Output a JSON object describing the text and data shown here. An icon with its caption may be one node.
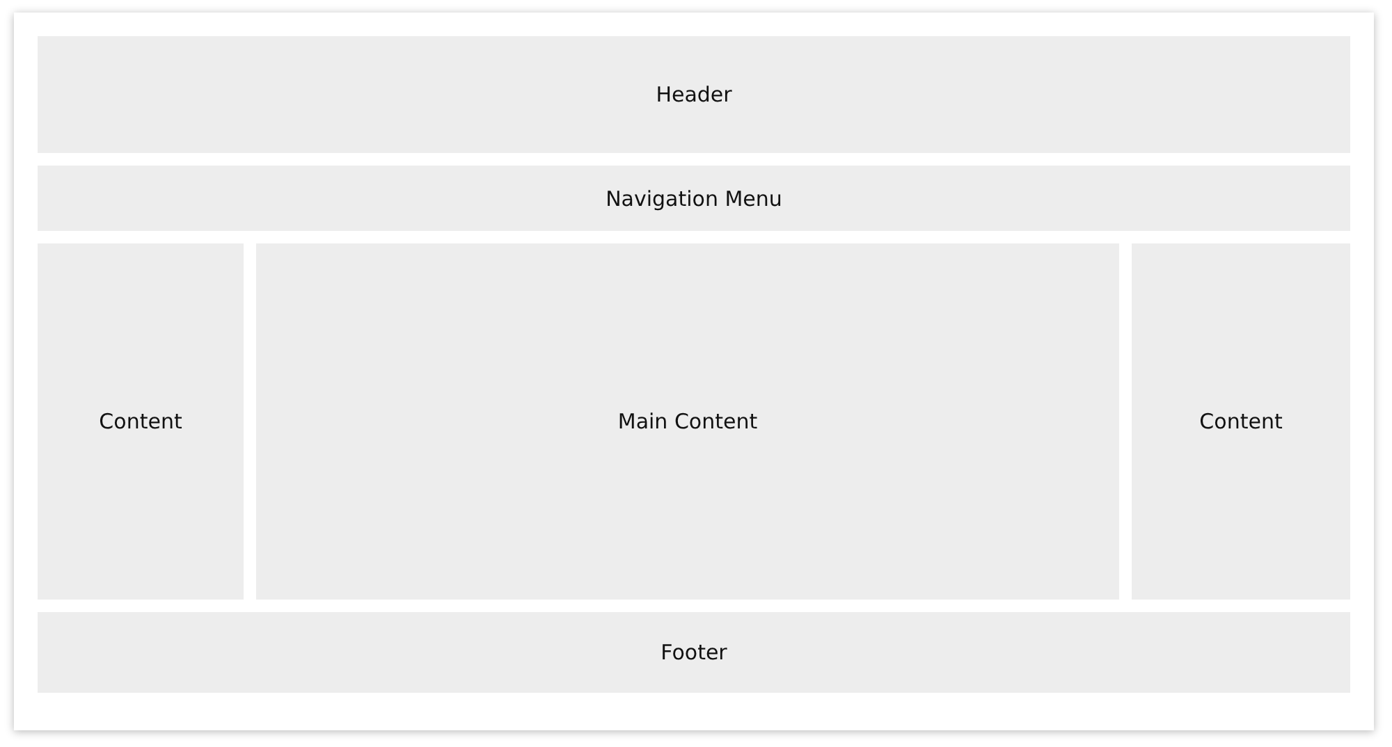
{
  "diagram": {
    "nodes": [
      {
        "text": [
          "Header"
        ]
      },
      {
        "text": [
          "Navigation Menu"
        ]
      },
      {
        "text": [
          "Content"
        ]
      },
      {
        "text": [
          "Main Content"
        ]
      },
      {
        "text": [
          "Content"
        ]
      },
      {
        "text": [
          "Footer"
        ]
      }
    ]
  }
}
